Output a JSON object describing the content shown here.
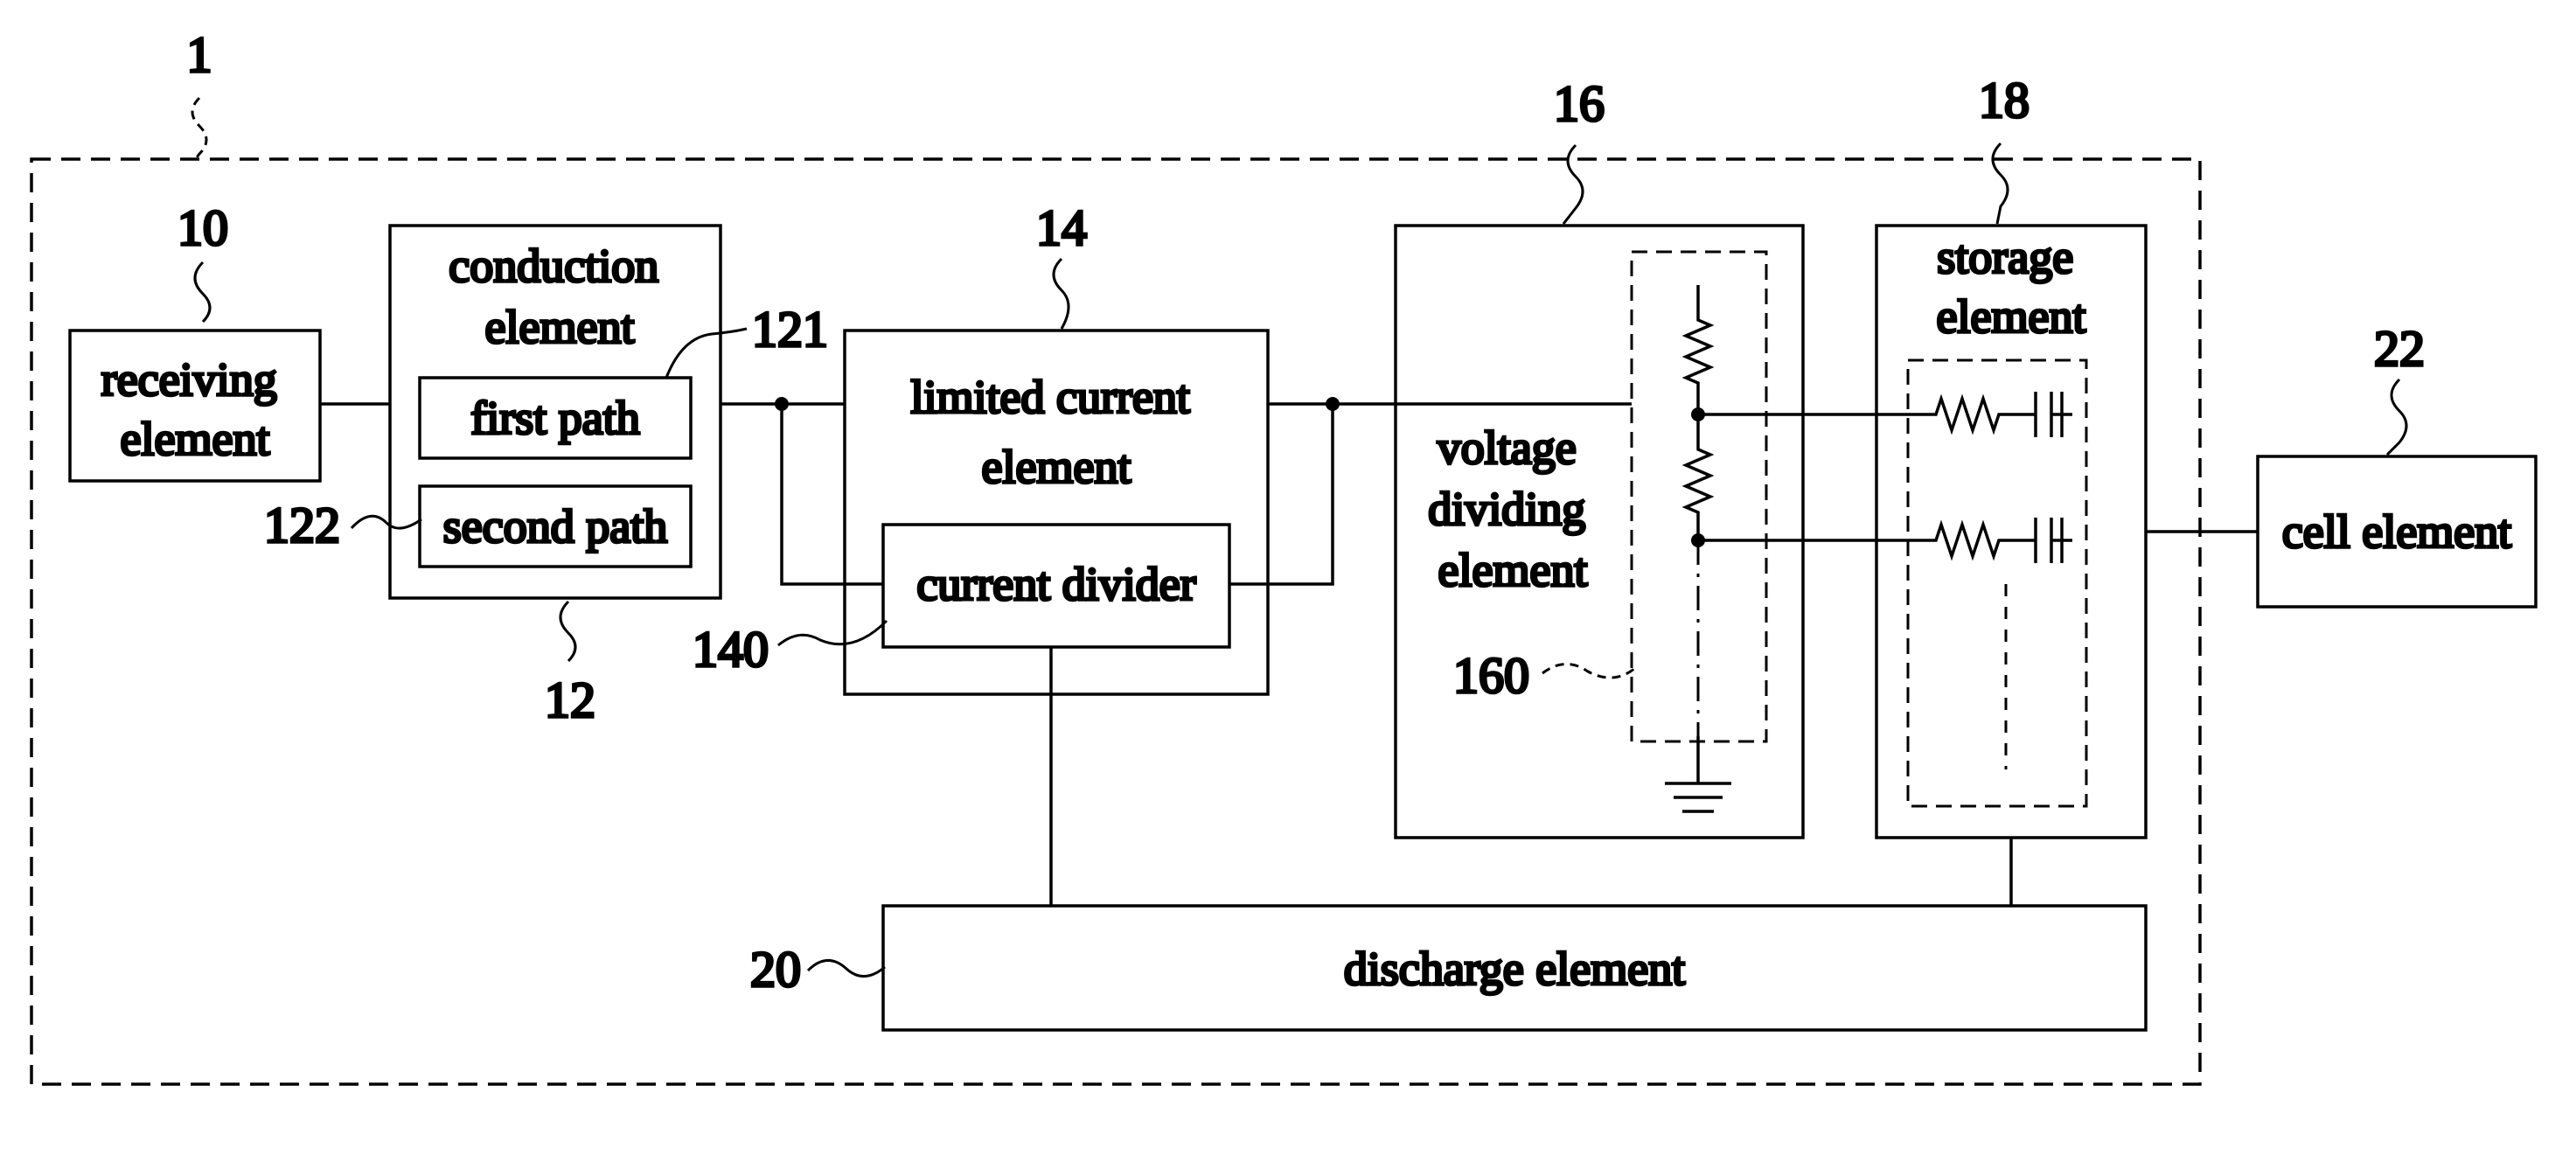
{
  "references": {
    "system": "1",
    "receiving": "10",
    "conduction": "12",
    "first_path": "121",
    "second_path": "122",
    "limited": "14",
    "divider": "140",
    "voltage": "16",
    "resistor_network": "160",
    "storage": "18",
    "discharge": "20",
    "cell": "22"
  },
  "blocks": {
    "receiving": [
      "receiving",
      "element"
    ],
    "conduction": [
      "conduction",
      "element"
    ],
    "first_path": "first path",
    "second_path": "second path",
    "limited": [
      "limited current",
      "element"
    ],
    "divider": "current divider",
    "voltage": [
      "voltage",
      "dividing",
      "element"
    ],
    "storage": [
      "storage",
      "element"
    ],
    "discharge": "discharge element",
    "cell": "cell element"
  }
}
